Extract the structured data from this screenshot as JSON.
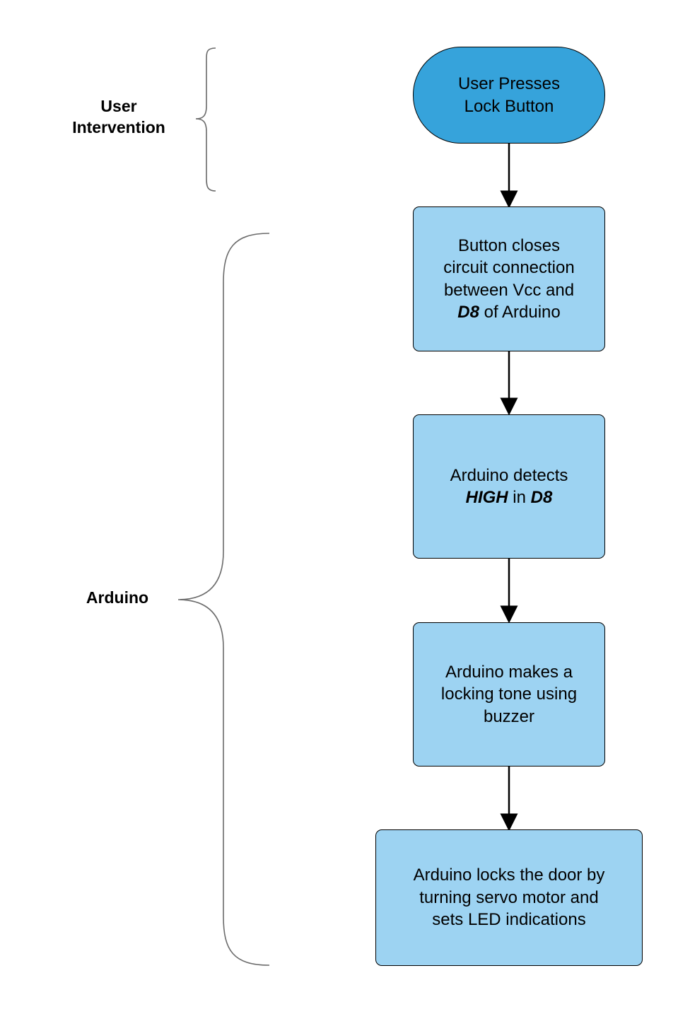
{
  "groups": [
    {
      "id": "user",
      "lines": [
        "User",
        "Intervention"
      ]
    },
    {
      "id": "arduino",
      "lines": [
        "Arduino"
      ]
    }
  ],
  "colors": {
    "start_fill": "#36a3db",
    "step_fill": "#9dd3f2",
    "stroke": "#000000",
    "brace": "#6b6b6b"
  },
  "nodes": [
    {
      "id": "user-presses-lock-button",
      "shape": "terminator",
      "lines": [
        [
          {
            "t": "User Presses"
          }
        ],
        [
          {
            "t": "Lock Button"
          }
        ]
      ]
    },
    {
      "id": "button-closes-circuit",
      "shape": "process",
      "lines": [
        [
          {
            "t": "Button closes"
          }
        ],
        [
          {
            "t": "circuit connection"
          }
        ],
        [
          {
            "t": "between Vcc and"
          }
        ],
        [
          {
            "t": "D8",
            "b": true
          },
          {
            "t": " of Arduino"
          }
        ]
      ]
    },
    {
      "id": "arduino-detects-high",
      "shape": "process",
      "lines": [
        [
          {
            "t": "Arduino detects"
          }
        ],
        [
          {
            "t": "HIGH",
            "b": true
          },
          {
            "t": " in "
          },
          {
            "t": "D8",
            "b": true
          }
        ]
      ]
    },
    {
      "id": "arduino-locking-tone",
      "shape": "process",
      "lines": [
        [
          {
            "t": "Arduino makes a"
          }
        ],
        [
          {
            "t": "locking tone using"
          }
        ],
        [
          {
            "t": "buzzer"
          }
        ]
      ]
    },
    {
      "id": "arduino-locks-door",
      "shape": "process",
      "lines": [
        [
          {
            "t": "Arduino locks the door by"
          }
        ],
        [
          {
            "t": "turning servo motor and"
          }
        ],
        [
          {
            "t": "sets LED indications"
          }
        ]
      ]
    }
  ],
  "edges": [
    {
      "from": "user-presses-lock-button",
      "to": "button-closes-circuit"
    },
    {
      "from": "button-closes-circuit",
      "to": "arduino-detects-high"
    },
    {
      "from": "arduino-detects-high",
      "to": "arduino-locking-tone"
    },
    {
      "from": "arduino-locking-tone",
      "to": "arduino-locks-door"
    }
  ]
}
